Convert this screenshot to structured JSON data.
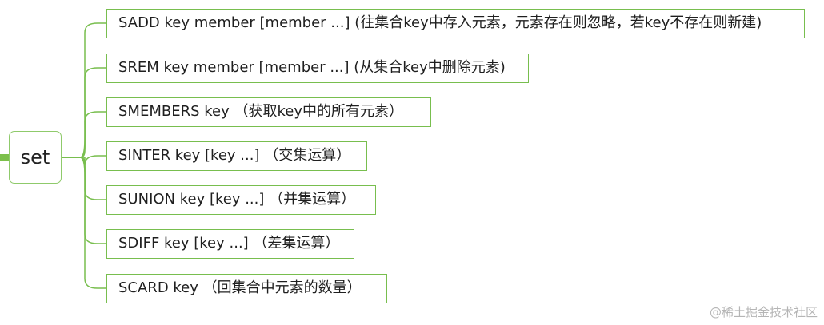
{
  "root": {
    "label": "set"
  },
  "commands": [
    {
      "text": "SADD key member [member ...] (往集合key中存入元素，元素存在则忽略，若key不存在则新建)"
    },
    {
      "text": "SREM key member [member ...] (从集合key中删除元素)"
    },
    {
      "text": "SMEMBERS key （获取key中的所有元素）"
    },
    {
      "text": "SINTER key [key ...] （交集运算）"
    },
    {
      "text": "SUNION key [key ...] （并集运算）"
    },
    {
      "text": "SDIFF key [key ...] （差集运算）"
    },
    {
      "text": "SCARD key （回集合中元素的数量）"
    }
  ],
  "watermark": "@稀土掘金技术社区",
  "colors": {
    "line": "#78be4e",
    "root_border": "#8fca6b",
    "stub": "#7cc04b"
  }
}
